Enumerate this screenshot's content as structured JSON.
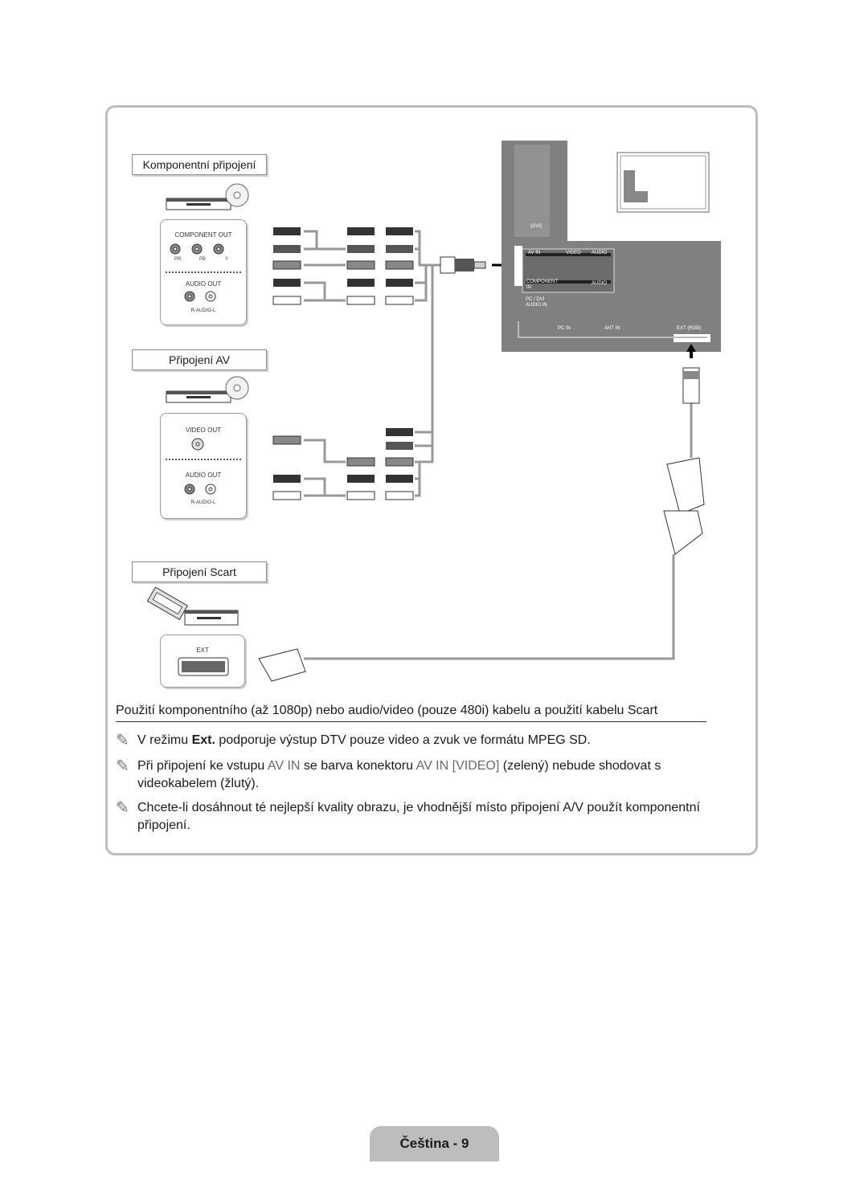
{
  "diagram": {
    "component_label": "Komponentní připojení",
    "av_label": "Připojení AV",
    "scart_label": "Připojení Scart",
    "component_out": "COMPONENT OUT",
    "pr": "PR",
    "pb": "PB",
    "y": "Y",
    "audio_out": "AUDIO OUT",
    "r_audio_l": "R-AUDIO-L",
    "video_out": "VIDEO OUT",
    "ext": "EXT",
    "tv": {
      "av_in": "AV IN",
      "video": "VIDEO",
      "audio": "AUDIO",
      "component_in": "COMPONENT IN",
      "pc_dvi_audio_in": "PC / DVI AUDIO IN",
      "pc_in": "PC IN",
      "ant_in": "ANT IN",
      "ext_rgb": "EXT (RGB)",
      "hdmi_dvi": "(DVI)"
    }
  },
  "section_heading": "Použití komponentního (až 1080p) nebo audio/video (pouze 480i) kabelu a použití kabelu Scart",
  "notes": [
    {
      "pre": "V režimu ",
      "bold": "Ext.",
      "post": " podporuje výstup DTV pouze video a zvuk ve formátu MPEG SD."
    },
    {
      "pre": "Při připojení ke vstupu ",
      "g1": "AV IN",
      "mid": " se barva konektoru ",
      "g2": "AV IN [VIDEO]",
      "post": " (zelený) nebude shodovat s videokabelem (žlutý)."
    },
    {
      "text": "Chcete-li dosáhnout té nejlepší kvality obrazu, je vhodnější místo připojení A/V použít komponentní připojení."
    }
  ],
  "footer": "Čeština - 9",
  "icons": {
    "note": "note-pencil-icon"
  }
}
